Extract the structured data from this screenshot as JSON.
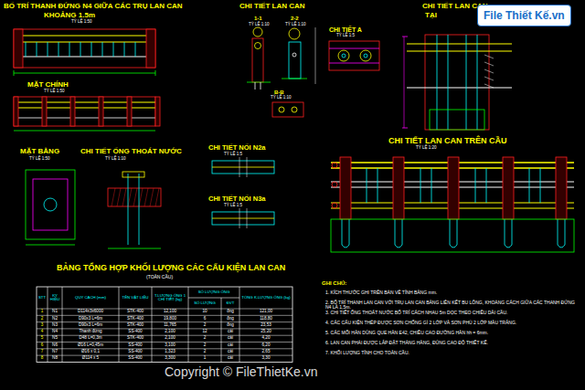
{
  "diagram": {
    "nodes": [
      {
        "text": [
          "File Thiết Kế.vn"
        ]
      }
    ],
    "labels": [
      "BỐ TRÍ THANH ĐỨNG N4 GIỮA CÁC TRỤ LAN CAN",
      "KHOẢNG 1.5m",
      "TỶ LỆ 1:50",
      "CHI TIẾT LAN CAN",
      "1-1",
      "TỶ LỆ 1:10",
      "2-2",
      "TỶ LỆ 1:10",
      "CHI TIẾT A",
      "TỶ LỆ 1:5",
      "B-B",
      "TỶ LỆ 1:10",
      "CHI TIẾT LAN CAN",
      "TẠI",
      "MẶT CHÍNH",
      "TỶ LỆ 1:50",
      "MẶT BẰNG",
      "TỶ LỆ 1:50",
      "CHI TIẾT ỐNG THOÁT NƯỚC",
      "TỶ LỆ 1:10",
      "CHI TIẾT NỐI N2a",
      "TỶ LỆ 1:5",
      "CHI TIẾT NỐI N3a",
      "TỶ LỆ 1:5",
      "CHI TIẾT LAN CAN TRÊN CẦU",
      "TỶ LỆ 1:20",
      "BẢNG TỔNG HỢP KHỐI LƯỢNG CÁC CẤU KIỆN LAN CAN",
      "(TOÀN CẦU)",
      "STT",
      "KÝ HIỆU",
      "QUY CÁCH (mm)",
      "TÊN VẬT LIỆU",
      "T.LƯỢNG ỐNG 1 CHI TIẾT (kg)",
      "SỐ LƯỢNG ỐNG",
      "SỐ LƯỢNG",
      "ĐVT",
      "TỔNG K.LƯỢNG ỐNG (kg)",
      "1",
      "N1",
      "D114x3x6000",
      "STK-400",
      "12,100",
      "10",
      "ống",
      "121,00",
      "2",
      "N2",
      "D90x3 L=6m",
      "STK-400",
      "19,800",
      "6",
      "ống",
      "118,80",
      "3",
      "N3",
      "D90x3 L=6m",
      "STK-400",
      "11,765",
      "2",
      "ống",
      "23,53",
      "4",
      "N4",
      "Thanh đứng",
      "SS-400",
      "2,100",
      "12",
      "cái",
      "25,20",
      "5",
      "N5",
      "D48 L=0,3m",
      "STK-400",
      "2,100",
      "2",
      "cái",
      "4,20",
      "6",
      "N6",
      "Ø16 L=0,45m",
      "SS-400",
      "3,100",
      "2",
      "cái",
      "6,20",
      "7",
      "N7",
      "Ø16 x 0,1",
      "SS-400",
      "1,323",
      "2",
      "cái",
      "2,65",
      "8",
      "N8",
      "Ø114 x 5",
      "SS-400",
      "3,300",
      "1",
      "cái",
      "3,30",
      "GHI CHÚ:",
      "1. KÍCH THƯỚC GHI TRÊN BẢN VẼ TÍNH BẰNG mm.",
      "2. BỐ TRÍ THANH LAN CAN VỚI TRỤ LAN CAN BẰNG LIÊN KẾT BU LÔNG, KHOẢNG CÁCH GIỮA CÁC THANH ĐỨNG N4 LÀ 1,5m.",
      "3. CHI TIẾT ỐNG THOÁT NƯỚC BỐ TRÍ CÁCH NHAU 5m DỌC THEO CHIỀU DÀI CẦU.",
      "4. CÁC CẤU KIỆN THÉP ĐƯỢC SƠN CHỐNG GỈ 2 LỚP VÀ SƠN PHỦ 2 LỚP MÀU TRẮNG.",
      "5. CÁC MỐI HÀN DÙNG QUE HÀN E42, CHIỀU CAO ĐƯỜNG HÀN hh = 6mm.",
      "6. LAN CAN PHẢI ĐƯỢC LẮP ĐẶT THẲNG HÀNG, ĐÚNG CAO ĐỘ THIẾT KẾ.",
      "7. KHỐI LƯỢNG TÍNH CHO TOÀN CẦU.",
      "Copyright © FileThietKe.vn"
    ]
  }
}
